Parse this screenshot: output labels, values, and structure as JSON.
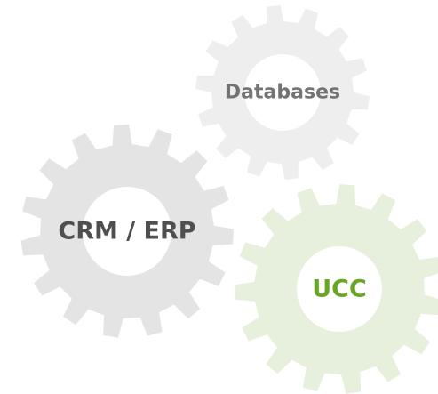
{
  "gears": [
    {
      "id": "databases",
      "label": "Databases",
      "fill": "#eeeeee",
      "text_color": "#737373"
    },
    {
      "id": "crm-erp",
      "label": "CRM / ERP",
      "fill": "#e4e4e4",
      "text_color": "#4f4f4f"
    },
    {
      "id": "ucc",
      "label": "UCC",
      "fill": "#e6f0dc",
      "text_color": "#6aa626"
    }
  ]
}
